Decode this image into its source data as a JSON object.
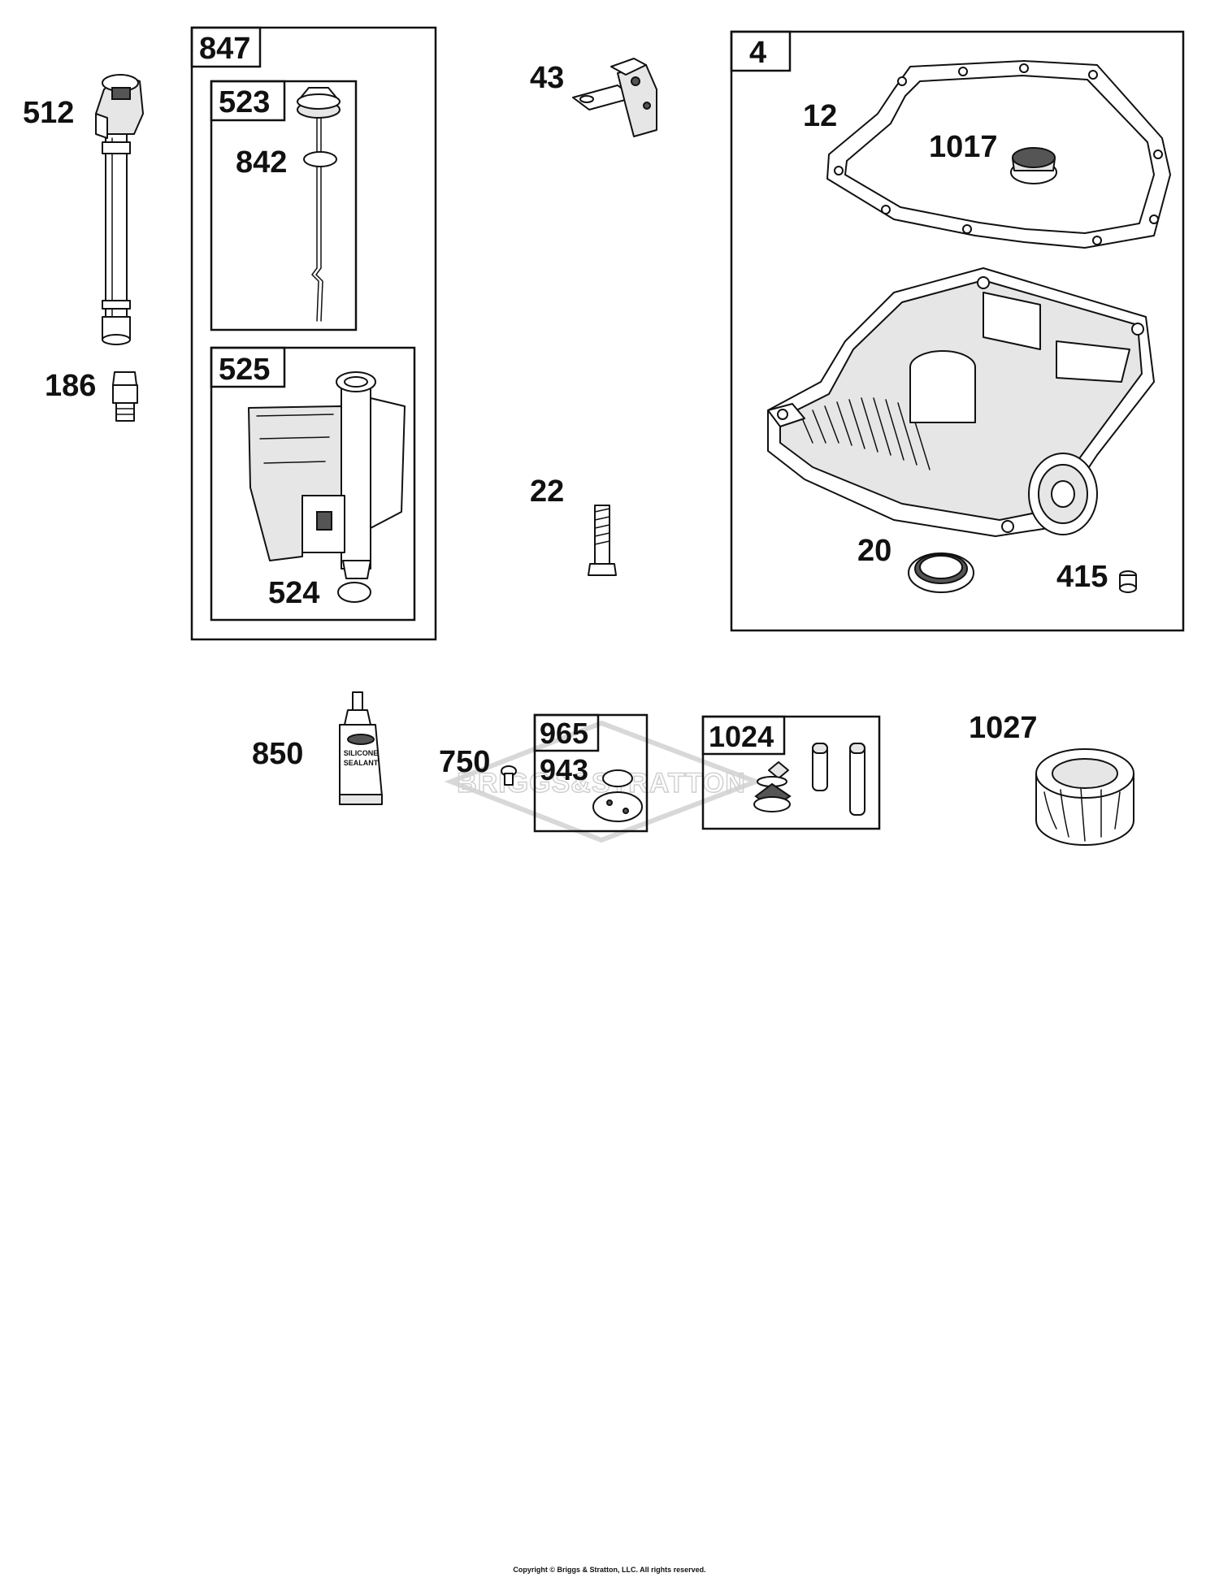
{
  "labels": {
    "p512": "512",
    "p186": "186",
    "p847": "847",
    "p523": "523",
    "p842": "842",
    "p525": "525",
    "p524": "524",
    "p43": "43",
    "p22": "22",
    "p4": "4",
    "p12": "12",
    "p1017": "1017",
    "p20": "20",
    "p415": "415",
    "p850": "850",
    "p750": "750",
    "p965": "965",
    "p943": "943",
    "p1024": "1024",
    "p1027": "1027"
  },
  "tube_text": {
    "line1": "SILICONE",
    "line2": "SEALANT"
  },
  "watermark": "BRIGGS&STRATTON",
  "copyright": "Copyright © Briggs & Stratton, LLC. All rights reserved.",
  "colors": {
    "ink": "#111111",
    "watermark": "#d8d8d8",
    "background": "#ffffff"
  }
}
